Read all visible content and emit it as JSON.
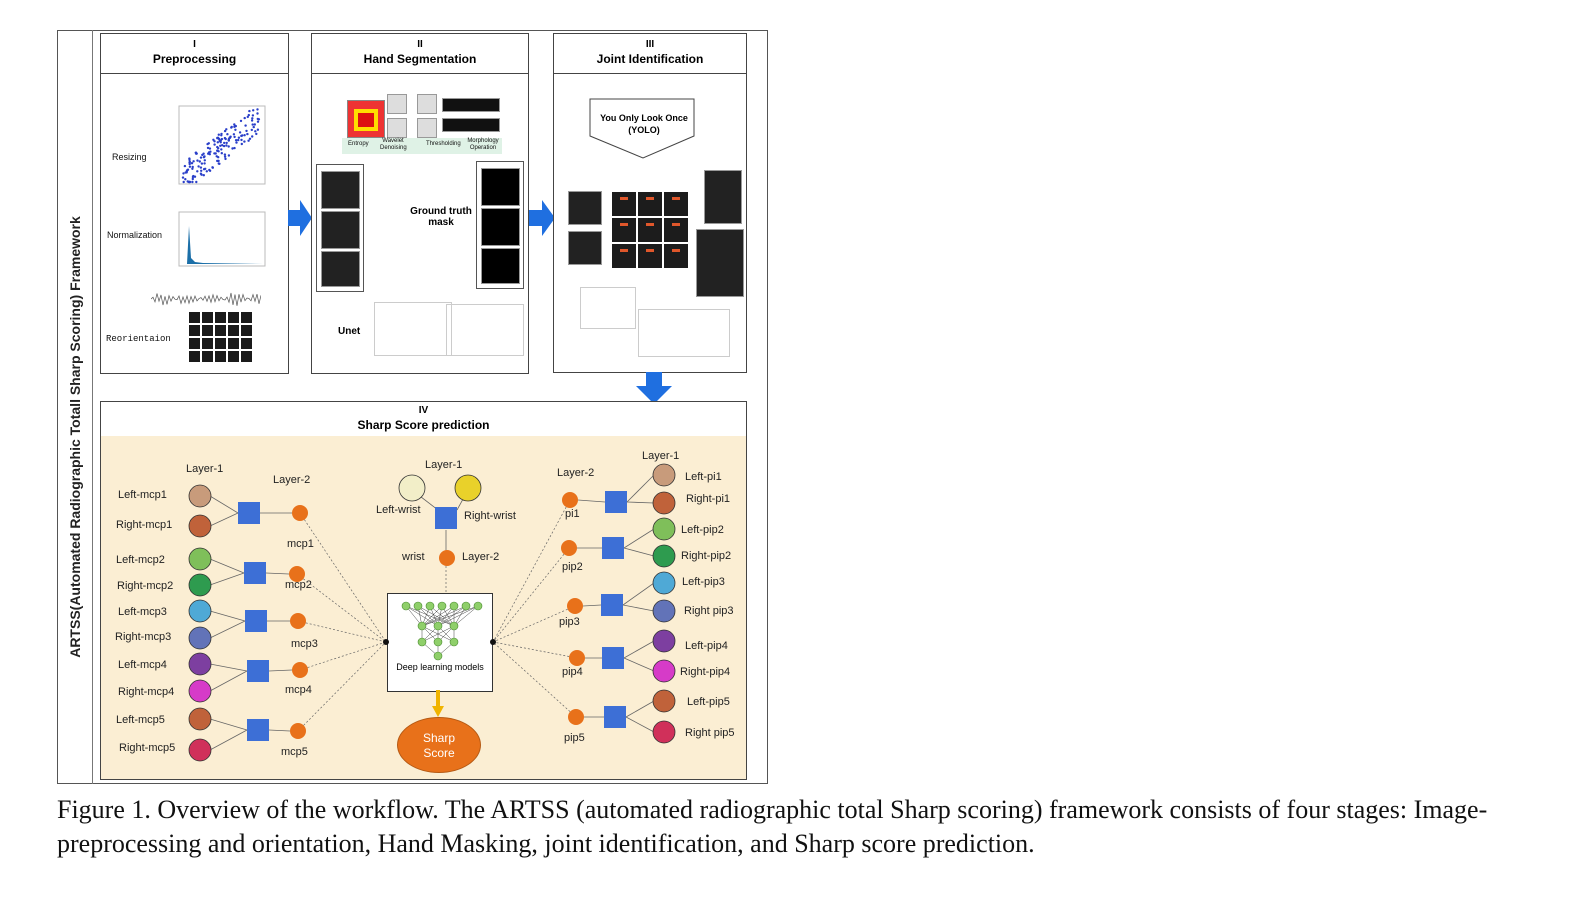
{
  "sidebar_title": "ARTSS(Automated Radiographic Totall Sharp Scoring) Framework",
  "stage1": {
    "numeral": "I",
    "title": "Preprocessing",
    "steps": [
      "Resizing",
      "Normalization",
      "Reorientaion"
    ]
  },
  "stage2": {
    "numeral": "II",
    "title": "Hand Segmentation",
    "steps": [
      "Entropy",
      "Wavelet Denoising",
      "Thresholding",
      "Morphology Operation"
    ],
    "ground_truth": "Ground truth mask",
    "unet": "Unet"
  },
  "stage3": {
    "numeral": "III",
    "title": "Joint Identification",
    "yolo": "You Only Look Once (YOLO)"
  },
  "stage4": {
    "numeral": "IV",
    "title": "Sharp Score prediction",
    "layer1": "Layer-1",
    "layer2": "Layer-2",
    "left_joints": [
      {
        "a": "Left-mcp1",
        "b": "Right-mcp1",
        "node": "mcp1"
      },
      {
        "a": "Left-mcp2",
        "b": "Right-mcp2",
        "node": "mcp2"
      },
      {
        "a": "Left-mcp3",
        "b": "Right-mcp3",
        "node": "mcp3"
      },
      {
        "a": "Left-mcp4",
        "b": "Right-mcp4",
        "node": "mcp4"
      },
      {
        "a": "Left-mcp5",
        "b": "Right-mcp5",
        "node": "mcp5"
      }
    ],
    "right_joints": [
      {
        "a": "Left-pi1",
        "b": "Right-pi1",
        "node": "pi1"
      },
      {
        "a": "Left-pip2",
        "b": "Right-pip2",
        "node": "pip2"
      },
      {
        "a": "Left-pip3",
        "b": "Right pip3",
        "node": "pip3"
      },
      {
        "a": "Left-pip4",
        "b": "Right-pip4",
        "node": "pip4"
      },
      {
        "a": "Left-pip5",
        "b": "Right pip5",
        "node": "pip5"
      }
    ],
    "wrist": {
      "a": "Left-wrist",
      "b": "Right-wrist",
      "node": "wrist"
    },
    "model": "Deep learning models",
    "score_line1": "Sharp",
    "score_line2": "Score"
  },
  "caption": "Figure 1. Overview of the workflow. The ARTSS (automated radiographic total Sharp scoring) framework consists of four stages: Image-preprocessing and orientation, Hand Masking, joint identification, and Sharp score prediction.",
  "colors": {
    "arrow": "#1f6fe0",
    "node": "#e8711a",
    "square": "#3d6fd6",
    "stage4_bg": "#fbeed3",
    "score_arrow": "#f0b400"
  }
}
